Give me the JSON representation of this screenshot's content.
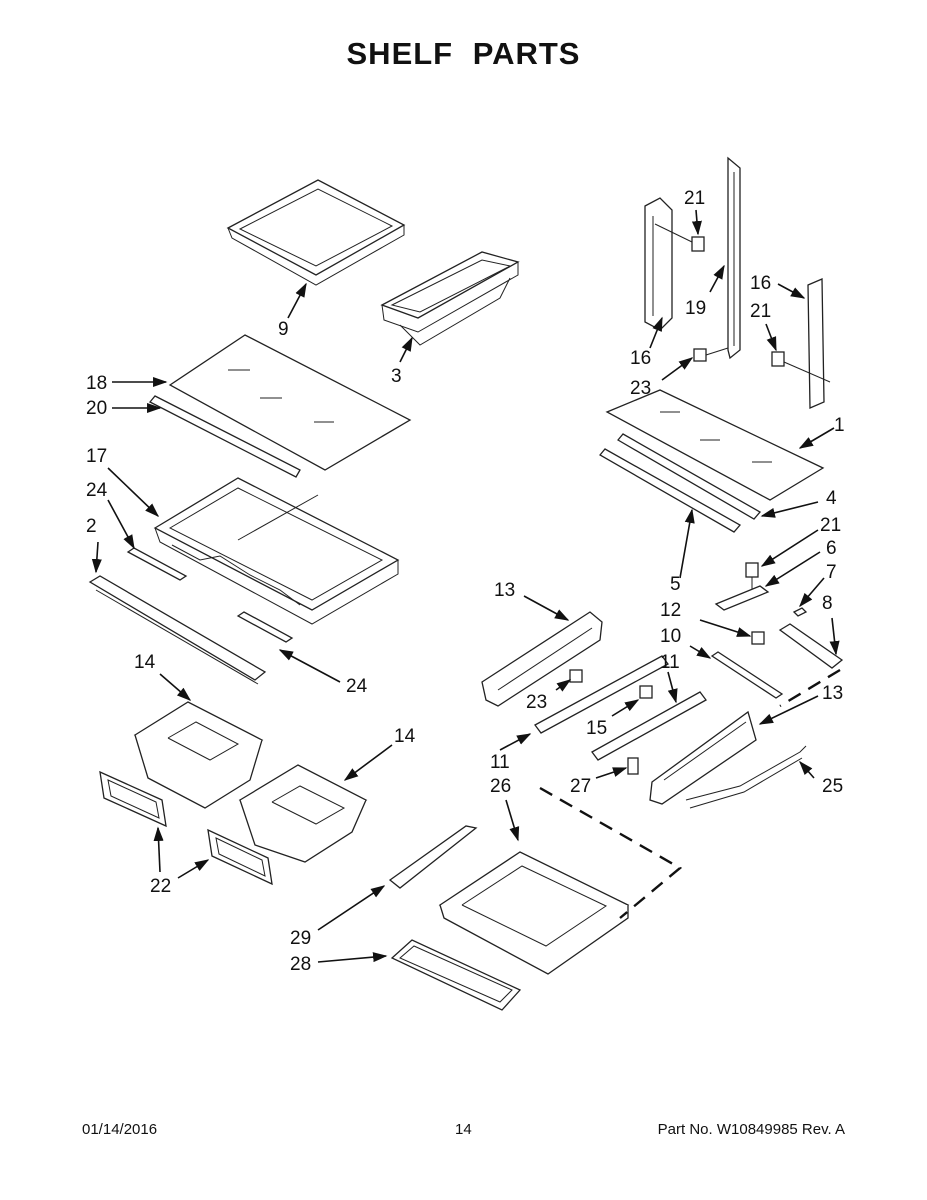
{
  "title": "SHELF PARTS",
  "footer": {
    "date": "01/14/2016",
    "page": "14",
    "part_no": "Part No.  W10849985  Rev.  A"
  },
  "callouts": [
    {
      "id": "c9",
      "label": "9"
    },
    {
      "id": "c3",
      "label": "3"
    },
    {
      "id": "c18",
      "label": "18"
    },
    {
      "id": "c20",
      "label": "20"
    },
    {
      "id": "c17",
      "label": "17"
    },
    {
      "id": "c24a",
      "label": "24"
    },
    {
      "id": "c2",
      "label": "2"
    },
    {
      "id": "c24b",
      "label": "24"
    },
    {
      "id": "c14a",
      "label": "14"
    },
    {
      "id": "c14b",
      "label": "14"
    },
    {
      "id": "c22",
      "label": "22"
    },
    {
      "id": "c21a",
      "label": "21"
    },
    {
      "id": "c19",
      "label": "19"
    },
    {
      "id": "c16a",
      "label": "16"
    },
    {
      "id": "c16b",
      "label": "16"
    },
    {
      "id": "c21b",
      "label": "21"
    },
    {
      "id": "c23a",
      "label": "23"
    },
    {
      "id": "c1",
      "label": "1"
    },
    {
      "id": "c4",
      "label": "4"
    },
    {
      "id": "c21c",
      "label": "21"
    },
    {
      "id": "c6",
      "label": "6"
    },
    {
      "id": "c7",
      "label": "7"
    },
    {
      "id": "c5",
      "label": "5"
    },
    {
      "id": "c8",
      "label": "8"
    },
    {
      "id": "c12",
      "label": "12"
    },
    {
      "id": "c13a",
      "label": "13"
    },
    {
      "id": "c10",
      "label": "10"
    },
    {
      "id": "c11a",
      "label": "11"
    },
    {
      "id": "c13b",
      "label": "13"
    },
    {
      "id": "c23b",
      "label": "23"
    },
    {
      "id": "c15",
      "label": "15"
    },
    {
      "id": "c11b",
      "label": "11"
    },
    {
      "id": "c26",
      "label": "26"
    },
    {
      "id": "c27",
      "label": "27"
    },
    {
      "id": "c25",
      "label": "25"
    },
    {
      "id": "c29",
      "label": "29"
    },
    {
      "id": "c28",
      "label": "28"
    }
  ]
}
